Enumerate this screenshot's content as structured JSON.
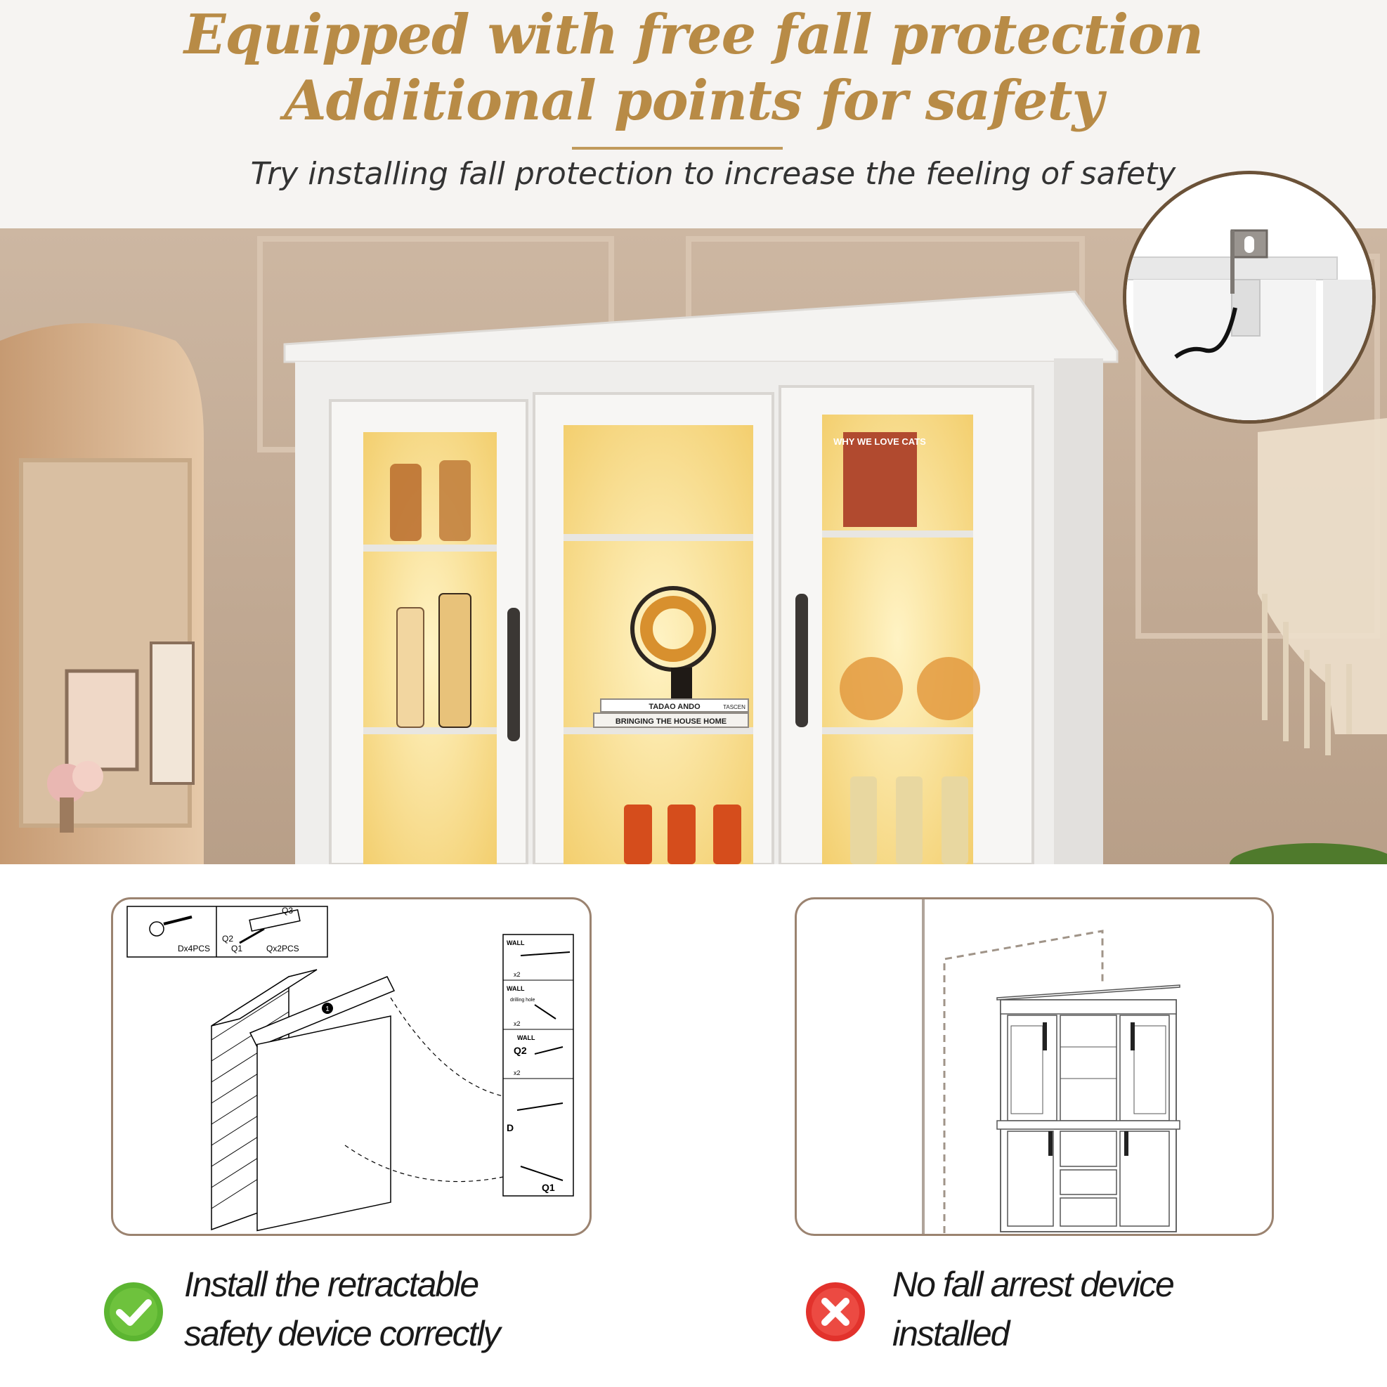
{
  "header": {
    "title_line1": "Equipped with free fall protection",
    "title_line2": "Additional points for safety",
    "subtitle": "Try installing fall protection to increase the feeling of safety"
  },
  "photo": {
    "book_top": "TADAO ANDO",
    "book_top_right": "TASCEN",
    "book_bottom": "BRINGING THE HOUSE HOME",
    "cat_book": "WHY WE LOVE CATS"
  },
  "diagram_left": {
    "part_d_qty": "Dx4PCS",
    "part_q_qty": "Qx2PCS",
    "label_q1": "Q1",
    "label_q2": "Q2",
    "label_q3": "Q3",
    "label_d": "D",
    "step_marker": "1",
    "wall_label": "WALL",
    "drilling_label": "drilling hole",
    "step1_count": "x2",
    "step2_count": "x2",
    "step3_count": "x2"
  },
  "captions": {
    "correct_line1": "Install the retractable",
    "correct_line2": "safety device correctly",
    "wrong_line1": "No fall arrest device",
    "wrong_line2": "installed"
  },
  "colors": {
    "title_gold": "#b88b46",
    "check_green": "#5cb531",
    "cross_red": "#e2322c",
    "panel_border": "#9b8370"
  }
}
